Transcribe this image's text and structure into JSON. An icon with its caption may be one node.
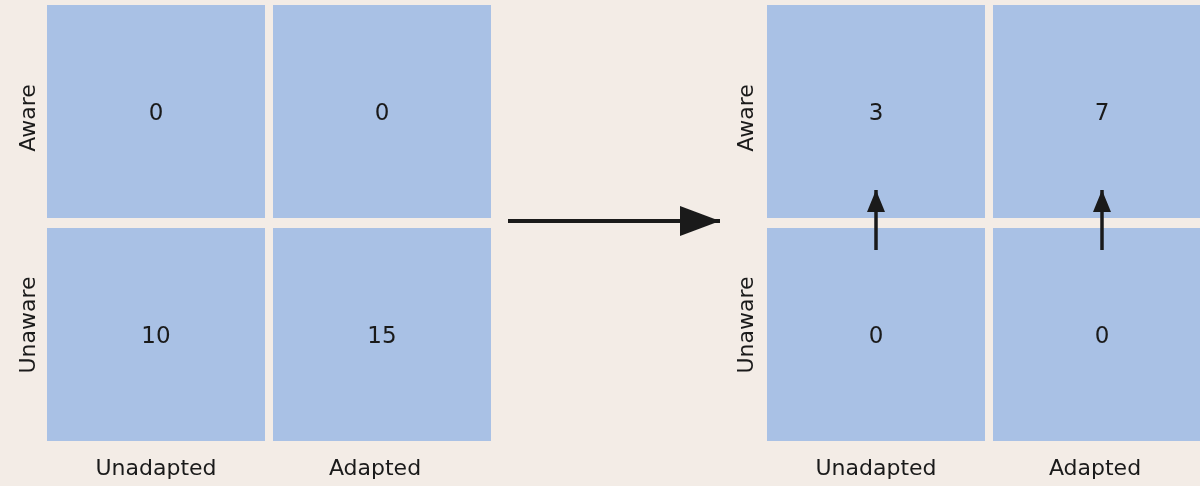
{
  "diagram": {
    "nodes": [
      {
        "text": [
          "0"
        ]
      },
      {
        "text": [
          "0"
        ]
      },
      {
        "text": [
          "10"
        ]
      },
      {
        "text": [
          "15"
        ]
      },
      {
        "text": [
          "3"
        ]
      },
      {
        "text": [
          "7"
        ]
      },
      {
        "text": [
          "0"
        ]
      },
      {
        "text": [
          "0"
        ]
      }
    ],
    "edges": [
      {
        "from": 1,
        "to": 4,
        "arrow": "to"
      },
      {
        "from": 6,
        "to": 4,
        "arrow": "to"
      },
      {
        "from": 7,
        "to": 5,
        "arrow": "to"
      }
    ],
    "labels": [
      "Aware",
      "Unaware",
      "Unadapted",
      "Adapted",
      "Aware",
      "Unaware",
      "Unadapted",
      "Adapted"
    ]
  }
}
